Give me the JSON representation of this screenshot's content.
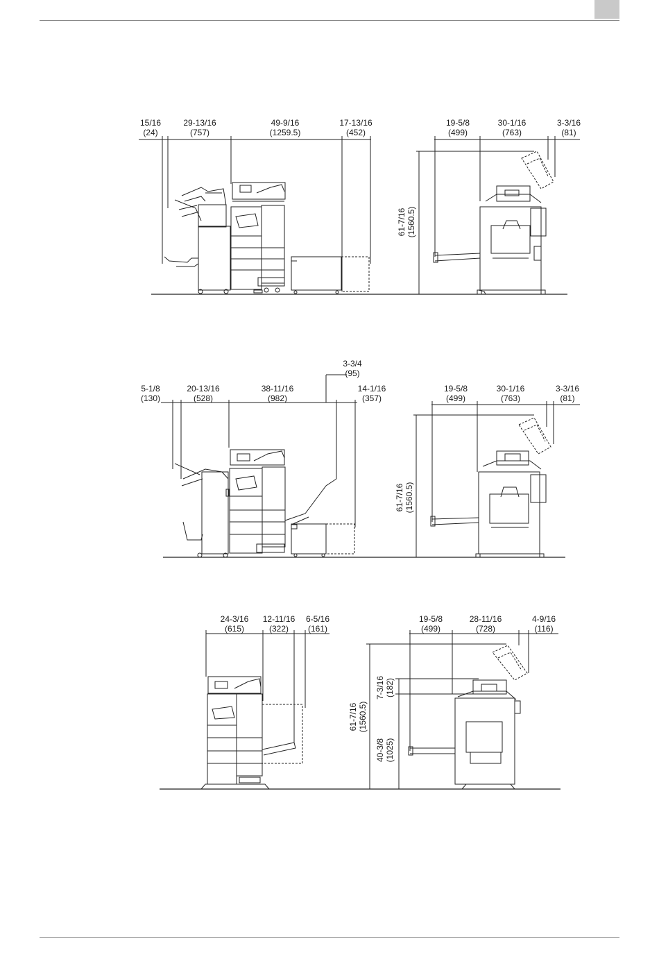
{
  "header_tab_color": "#c9c9c9",
  "diagram_1": {
    "front": {
      "d1": {
        "a": "15/16",
        "b": "(24)"
      },
      "d2": {
        "a": "29-13/16",
        "b": "(757)"
      },
      "d3": {
        "a": "49-9/16",
        "b": "(1259.5)"
      },
      "d4": {
        "a": "17-13/16",
        "b": "(452)"
      }
    },
    "side": {
      "d1": {
        "a": "19-5/8",
        "b": "(499)"
      },
      "d2": {
        "a": "30-1/16",
        "b": "(763)"
      },
      "d3": {
        "a": "3-3/16",
        "b": "(81)"
      },
      "height": {
        "a": "61-7/16",
        "b": "(1560.5)"
      }
    }
  },
  "diagram_2": {
    "front": {
      "top": {
        "a": "3-3/4",
        "b": "(95)"
      },
      "d1": {
        "a": "5-1/8",
        "b": "(130)"
      },
      "d2": {
        "a": "20-13/16",
        "b": "(528)"
      },
      "d3": {
        "a": "38-11/16",
        "b": "(982)"
      },
      "d4": {
        "a": "14-1/16",
        "b": "(357)"
      }
    },
    "side": {
      "d1": {
        "a": "19-5/8",
        "b": "(499)"
      },
      "d2": {
        "a": "30-1/16",
        "b": "(763)"
      },
      "d3": {
        "a": "3-3/16",
        "b": "(81)"
      },
      "height": {
        "a": "61-7/16",
        "b": "(1560.5)"
      }
    }
  },
  "diagram_3": {
    "front": {
      "d1": {
        "a": "24-3/16",
        "b": "(615)"
      },
      "d2": {
        "a": "12-11/16",
        "b": "(322)"
      },
      "d3": {
        "a": "6-5/16",
        "b": "(161)"
      }
    },
    "side": {
      "d1": {
        "a": "19-5/8",
        "b": "(499)"
      },
      "d2": {
        "a": "28-11/16",
        "b": "(728)"
      },
      "d3": {
        "a": "4-9/16",
        "b": "(116)"
      },
      "height": {
        "a": "61-7/16",
        "b": "(1560.5)"
      },
      "upper": {
        "a": "7-3/16",
        "b": "(182)"
      },
      "lower": {
        "a": "40-3/8",
        "b": "(1025)"
      }
    }
  }
}
